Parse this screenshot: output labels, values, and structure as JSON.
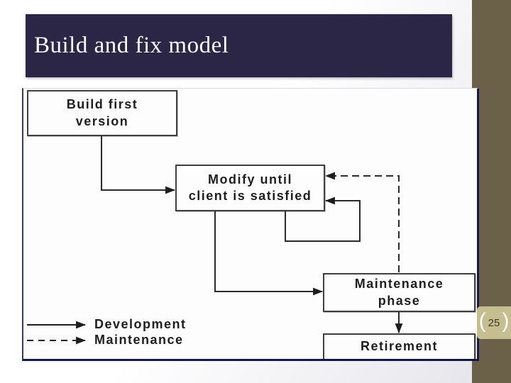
{
  "slide": {
    "title": "Build and fix model",
    "page_number": "25",
    "colors": {
      "title_bar": "#2b2645",
      "side_strip": "#6a6148",
      "page_badge": "#c6be90",
      "content_border": "#17174b",
      "line": "#2b2b2b"
    }
  },
  "diagram": {
    "boxes": {
      "build": "Build first\nversion",
      "modify": "Modify until\nclient is satisfied",
      "maintenance": "Maintenance\nphase",
      "retirement": "Retirement"
    },
    "legend": {
      "development": "Development",
      "maintenance": "Maintenance"
    }
  }
}
